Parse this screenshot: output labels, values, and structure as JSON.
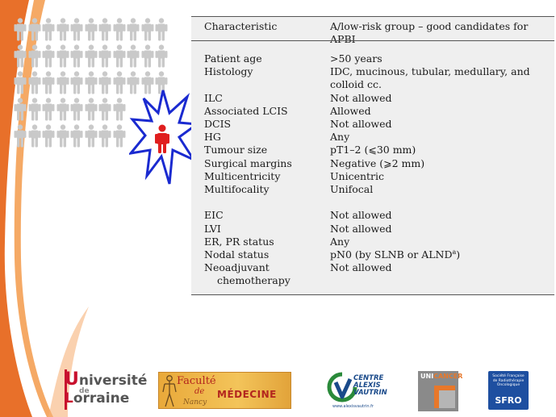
{
  "table": {
    "headers": [
      "Characteristic",
      "A/low-risk group – good candidates for APBI"
    ],
    "rows": [
      {
        "k": "Patient age",
        "v": ">50 years"
      },
      {
        "k": "Histology",
        "v": "IDC, mucinous, tubular, medullary, and colloid cc."
      },
      {
        "k": "ILC",
        "v": "Not allowed"
      },
      {
        "k": "Associated LCIS",
        "v": "Allowed"
      },
      {
        "k": "DCIS",
        "v": "Not allowed"
      },
      {
        "k": "HG",
        "v": "Any"
      },
      {
        "k": "Tumour size",
        "v": "pT1–2 (⩽30 mm)"
      },
      {
        "k": "Surgical margins",
        "v": "Negative (⩾2 mm)"
      },
      {
        "k": "Multicentricity",
        "v": "Unicentric"
      },
      {
        "k": "Multifocality",
        "v": "Unifocal"
      },
      {
        "k": "EIC",
        "v": "Not allowed"
      },
      {
        "k": "LVI",
        "v": "Not allowed"
      },
      {
        "k": "ER, PR status",
        "v": "Any"
      },
      {
        "k": "Nodal status",
        "v": "pN0 (by SLNB or ALND",
        "sup": "a",
        "v_end": ")"
      },
      {
        "k1": "Neoadjuvant",
        "k2": "chemotherapy",
        "v": "Not allowed"
      }
    ]
  },
  "logos": {
    "ul": {
      "u": "U",
      "l1": "niversité",
      "de": "de",
      "l": "L",
      "l2": "orraine"
    },
    "fm": {
      "t1": "Faculté",
      "t2": "de",
      "t3": "MÉDECINE",
      "t4": "Nancy"
    },
    "cav": {
      "l1": "CENTRE",
      "l2": "ALEXIS",
      "l3": "VAUTRIN",
      "url": "www.alexisvautrin.fr"
    },
    "uc": {
      "a": "UNI",
      "b": "CANCER"
    },
    "sfro": {
      "small": "Société Française de Radiothérapie Oncologique",
      "big": "SFRO"
    }
  },
  "colors": {
    "accent_orange": "#e8702a",
    "alert_red": "#e01e1e",
    "burst_blue": "#1a2ad0"
  }
}
